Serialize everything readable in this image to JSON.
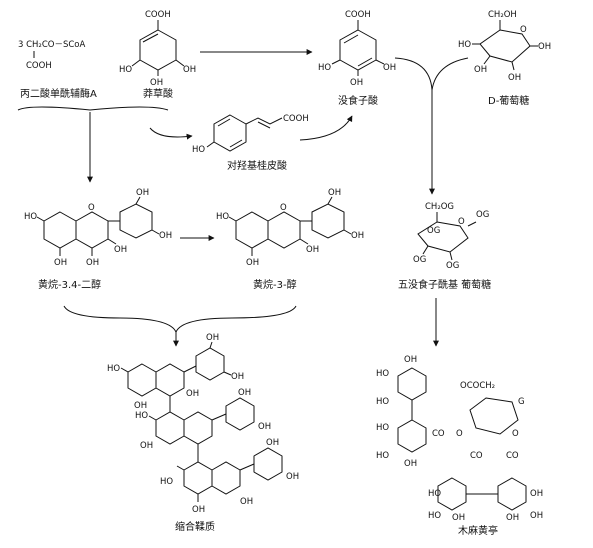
{
  "diagram": {
    "nodes": {
      "malonyl_coa": {
        "formula_line1": "3 CH₂CO－SCoA",
        "formula_line2": "COOH",
        "label": "丙二酸单酰辅酶A"
      },
      "shikimic_acid": {
        "cooh": "COOH",
        "ho_left": "HO",
        "ho_mid": "OH",
        "oh_right": "OH",
        "label": "莽草酸"
      },
      "gallic_acid": {
        "cooh": "COOH",
        "ho": "HO",
        "oh_bottom": "OH",
        "oh_right": "OH",
        "label": "没食子酸"
      },
      "d_glucose": {
        "ch2oh": "CH₂OH",
        "oh_right": "OH",
        "ho_left": "HO",
        "oh_a": "OH",
        "oh_b": "OH",
        "label": "D-葡萄糖"
      },
      "p_coumaric_acid": {
        "cooh": "COOH",
        "ho": "HO",
        "label": "对羟基桂皮酸"
      },
      "flavan_diol": {
        "ho": "HO",
        "oh_a": "OH",
        "oh_b": "OH",
        "oh_c": "OH",
        "oh_d": "OH",
        "oh_e": "OH",
        "label": "黄烷-3.4-二醇"
      },
      "flavan_ol": {
        "ho": "HO",
        "oh_a": "OH",
        "oh_b": "OH",
        "oh_c": "OH",
        "oh_d": "OH",
        "label": "黄烷-3-醇"
      },
      "pentagalloyl_glucose": {
        "ch2og": "CH₂OG",
        "og_a": "OG",
        "og_b": "OG",
        "og_c": "OG",
        "og_d": "OG",
        "label": "五没食子酰基 葡萄糖"
      },
      "condensed_tannin": {
        "ho": "HO",
        "oh": "OH",
        "label": "缩合鞣质"
      },
      "hydrolysable_tannin": {
        "ho": "HO",
        "oh": "OH",
        "og": "G",
        "oco": "OCOCH₂",
        "label": "木麻黄亭"
      }
    }
  },
  "colors": {
    "ink": "#111111",
    "background": "#ffffff"
  }
}
